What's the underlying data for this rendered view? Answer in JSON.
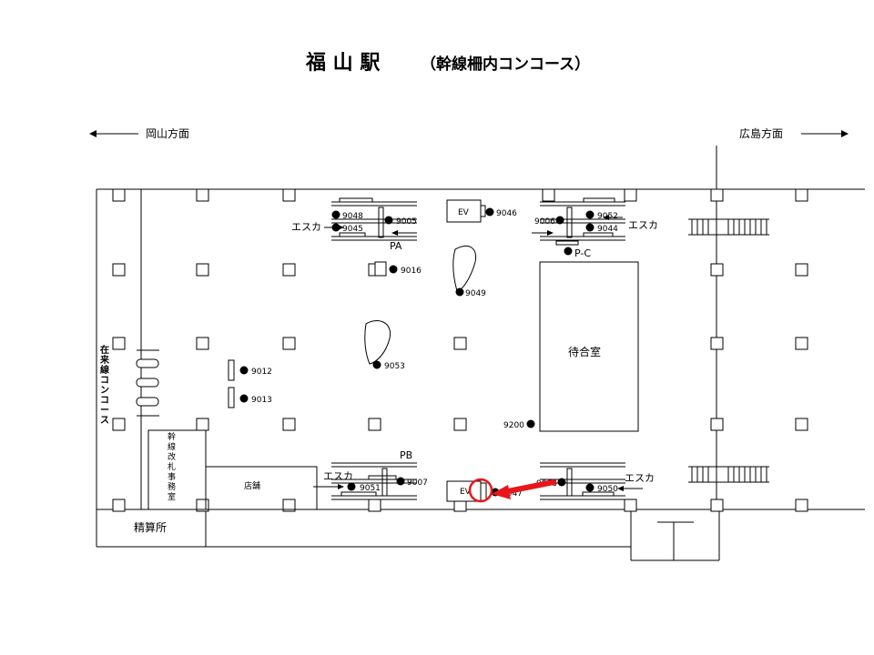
{
  "title": {
    "station": "福 山 駅",
    "area": "（幹線柵内コンコース）"
  },
  "directions": {
    "left": "岡山方面",
    "right": "広島方面"
  },
  "rooms": {
    "waiting_room": "待合室",
    "shop": "店舗",
    "settlement": "精算所",
    "ticket_office": [
      "幹",
      "線",
      "改",
      "札",
      "事",
      "務",
      "室"
    ],
    "conventional_concourse": [
      "在",
      "来",
      "線",
      "コ",
      "ン",
      "コ",
      "ー",
      "ス"
    ]
  },
  "labels": {
    "ev_top": "EV",
    "ev_bottom": "EV",
    "pa": "PA",
    "pb": "PB",
    "pc": "P-C",
    "escalator": "エスカ"
  },
  "points": {
    "p9048": "9048",
    "p9045": "9045",
    "p9005": "9005",
    "p9046": "9046",
    "p9006": "9006",
    "p9052": "9052",
    "p9044": "9044",
    "p9016": "9016",
    "p9049": "9049",
    "p9053": "9053",
    "p9012": "9012",
    "p9013": "9013",
    "p9200": "9200",
    "p9051": "9051",
    "p9007": "9007",
    "p9008": "9008",
    "p9050": "9050",
    "p9047": "9047"
  },
  "colors": {
    "marker": "#e8161b",
    "line": "#000000"
  }
}
